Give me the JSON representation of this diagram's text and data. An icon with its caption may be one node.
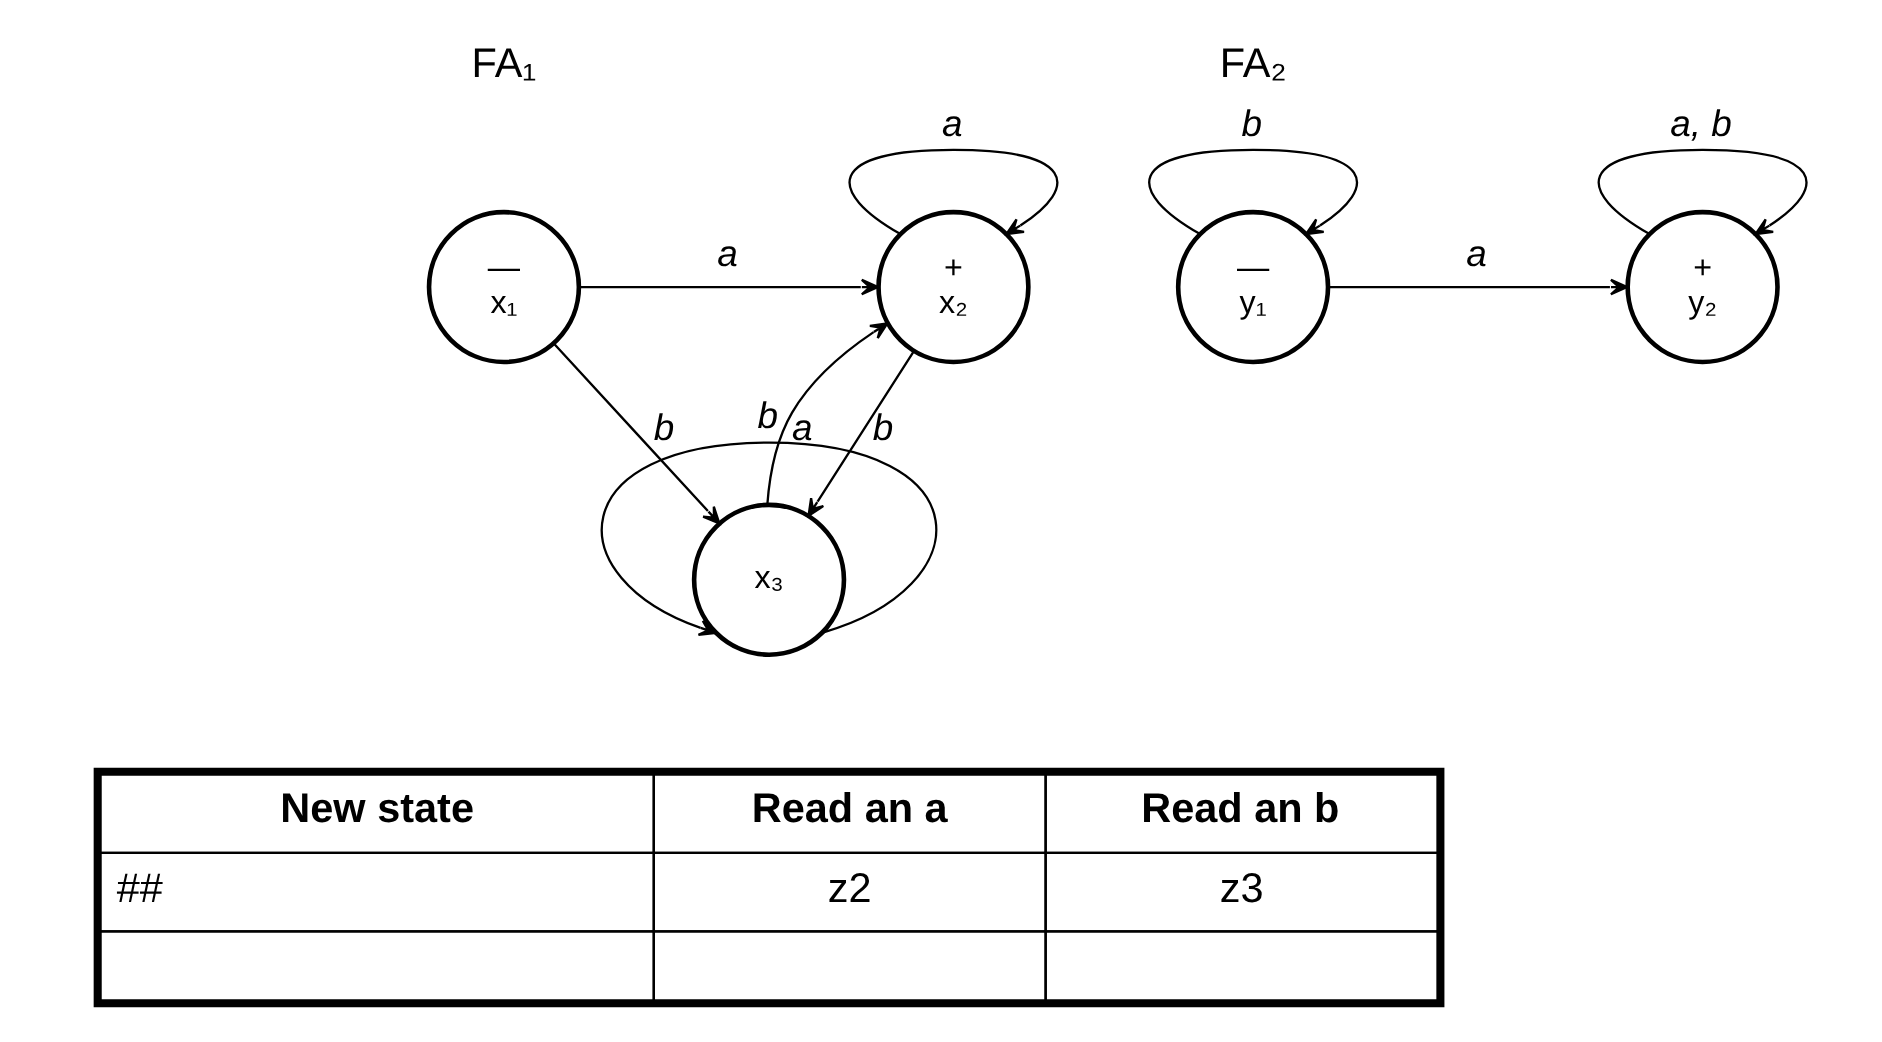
{
  "diagram": {
    "nodes": [
      {
        "text": [
          "—",
          "x₁"
        ]
      },
      {
        "text": [
          "+",
          "x₂"
        ]
      },
      {
        "text": [
          "x₃"
        ]
      },
      {
        "text": [
          "—",
          "y₁"
        ]
      },
      {
        "text": [
          "+",
          "y₂"
        ]
      }
    ],
    "edges": [
      {
        "from": 0,
        "to": 1,
        "arrow": "to",
        "label": "a"
      },
      {
        "from": 1,
        "to": 1,
        "arrow": "to",
        "label": "a"
      },
      {
        "from": 0,
        "to": 2,
        "arrow": "to",
        "label": "b"
      },
      {
        "from": 1,
        "to": 2,
        "arrow": "to",
        "label": "b"
      },
      {
        "from": 2,
        "to": 1,
        "arrow": "to",
        "label": "a"
      },
      {
        "from": 2,
        "to": 2,
        "arrow": "to",
        "label": "b"
      },
      {
        "from": 3,
        "to": 3,
        "arrow": "to",
        "label": "b"
      },
      {
        "from": 3,
        "to": 4,
        "arrow": "to",
        "label": "a"
      },
      {
        "from": 4,
        "to": 4,
        "arrow": "to",
        "label": "a, b"
      }
    ],
    "labels": [
      "FA₁",
      "FA₂",
      "New state",
      "Read an a",
      "Read an b",
      "##",
      "z2",
      "z3"
    ]
  }
}
